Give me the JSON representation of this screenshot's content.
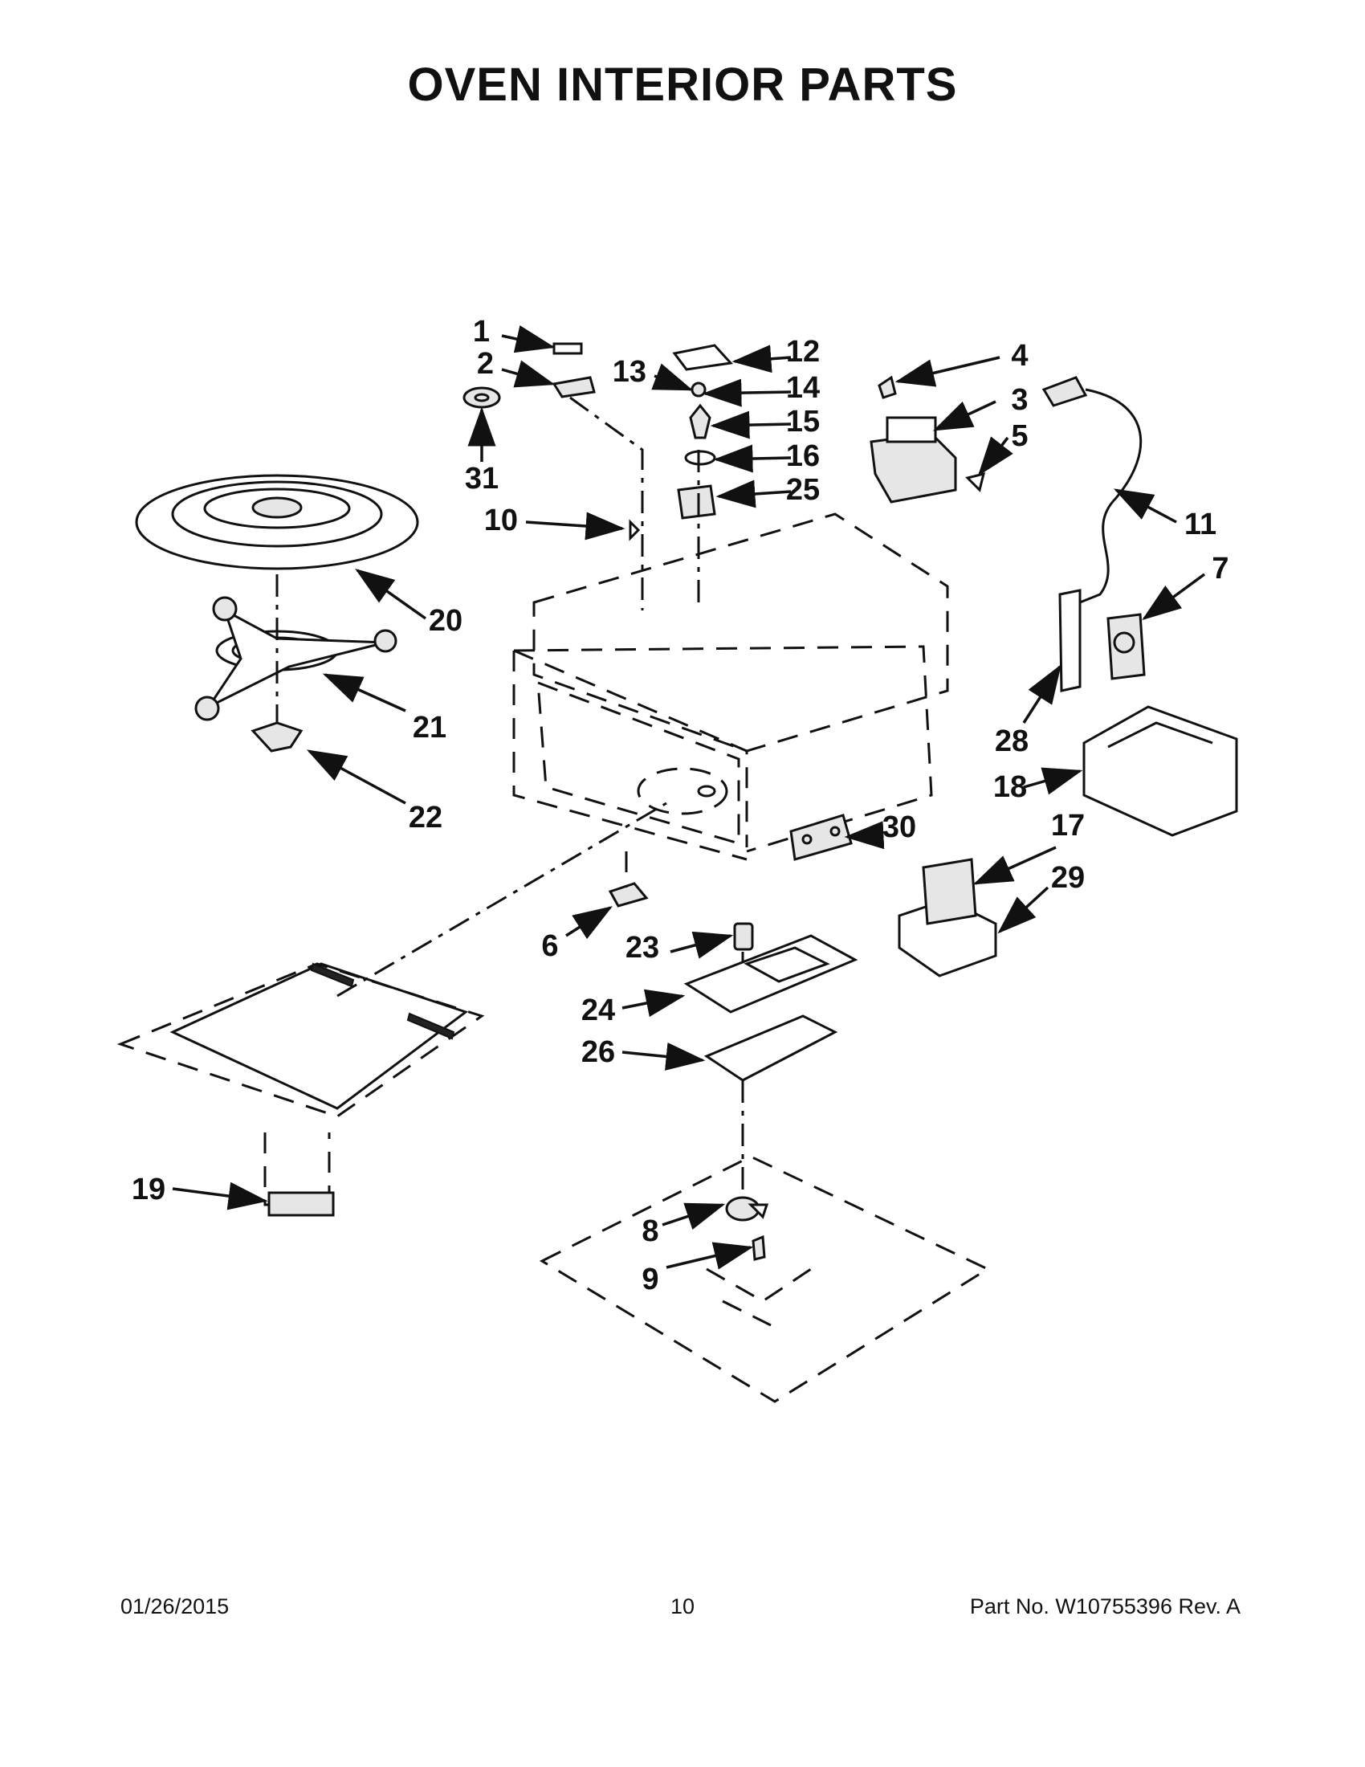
{
  "page": {
    "title": "OVEN INTERIOR PARTS"
  },
  "callouts": {
    "c1": "1",
    "c2": "2",
    "c3": "3",
    "c4": "4",
    "c5": "5",
    "c6": "6",
    "c7": "7",
    "c8": "8",
    "c9": "9",
    "c10": "10",
    "c11": "11",
    "c12": "12",
    "c13": "13",
    "c14": "14",
    "c15": "15",
    "c16": "16",
    "c17": "17",
    "c18": "18",
    "c19": "19",
    "c20": "20",
    "c21": "21",
    "c22": "22",
    "c23": "23",
    "c24": "24",
    "c25": "25",
    "c26": "26",
    "c28": "28",
    "c29": "29",
    "c30": "30",
    "c31": "31"
  },
  "footer": {
    "date": "01/26/2015",
    "page_number": "10",
    "part_number": "Part No.  W10755396   Rev.  A"
  }
}
